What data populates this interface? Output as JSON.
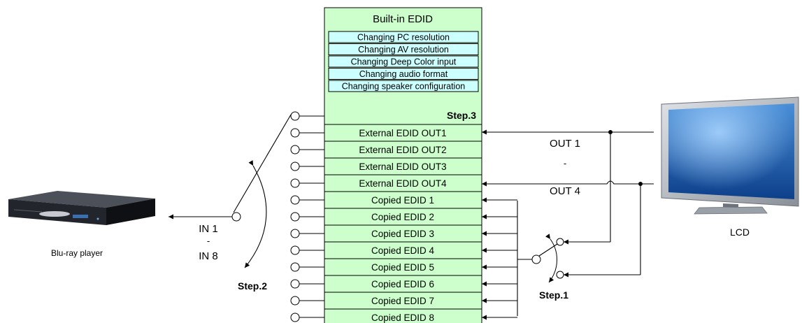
{
  "builtin": {
    "title": "Built-in EDID",
    "functions": [
      "Changing PC resolution",
      "Changing AV resolution",
      "Changing Deep Color input",
      "Changing audio format",
      "Changing speaker configuration"
    ],
    "step": "Step.3"
  },
  "external_rows": [
    "External EDID OUT1",
    "External EDID OUT2",
    "External EDID OUT3",
    "External EDID OUT4"
  ],
  "copied_rows": [
    "Copied EDID 1",
    "Copied EDID 2",
    "Copied EDID 3",
    "Copied EDID 4",
    "Copied EDID 5",
    "Copied EDID 6",
    "Copied EDID 7",
    "Copied EDID 8"
  ],
  "source": {
    "label": "Blu-ray player",
    "in_first": "IN 1",
    "in_sep": "-",
    "in_last": "IN 8",
    "step": "Step.2"
  },
  "display": {
    "label": "LCD",
    "out_first": "OUT 1",
    "out_sep": "-",
    "out_last": "OUT 4",
    "step": "Step.1"
  },
  "colors": {
    "panel_fill": "#ccffcc",
    "function_fill": "#ccffff",
    "line": "#000000"
  }
}
